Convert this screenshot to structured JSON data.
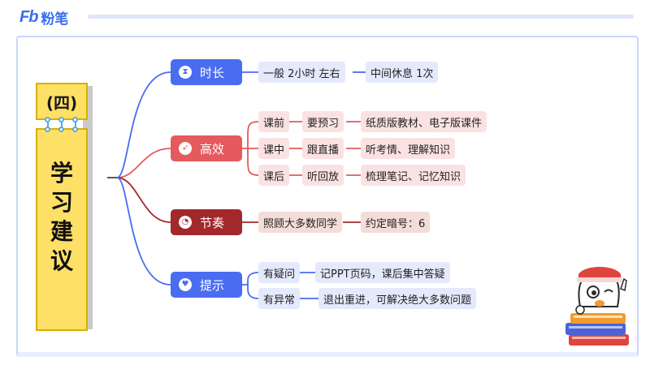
{
  "header": {
    "logo_mark": "Fb",
    "logo_text": "粉笔"
  },
  "book": {
    "number": "(四)",
    "title_chars": [
      "学",
      "习",
      "建",
      "议"
    ]
  },
  "mindmap": {
    "duration": {
      "label": "时长",
      "items": [
        "一般  2小时  左右",
        "中间休息 1次"
      ]
    },
    "efficiency": {
      "label": "高效",
      "rows": [
        {
          "stage": "课前",
          "action": "要预习",
          "detail": "纸质版教材、电子版课件"
        },
        {
          "stage": "课中",
          "action": "跟直播",
          "detail": "听考情、理解知识"
        },
        {
          "stage": "课后",
          "action": "听回放",
          "detail": "梳理笔记、记忆知识"
        }
      ]
    },
    "rhythm": {
      "label": "节奏",
      "items": [
        "照顾大多数同学",
        "约定暗号：6"
      ]
    },
    "tips": {
      "label": "提示",
      "rows": [
        {
          "case": "有疑问",
          "advice": "记PPT页码，课后集中答疑"
        },
        {
          "case": "有异常",
          "advice": "退出重进，可解决绝大多数问题"
        }
      ]
    }
  },
  "icons": {
    "duration": "hourglass-icon",
    "efficiency": "rocket-icon",
    "rhythm": "clock-icon",
    "tips": "heart-icon"
  },
  "colors": {
    "blue": "#4a6cf0",
    "red": "#e45a5e",
    "dark_red": "#a3282b",
    "book_yellow": "#ffe066",
    "frame": "#c9d7f8"
  }
}
